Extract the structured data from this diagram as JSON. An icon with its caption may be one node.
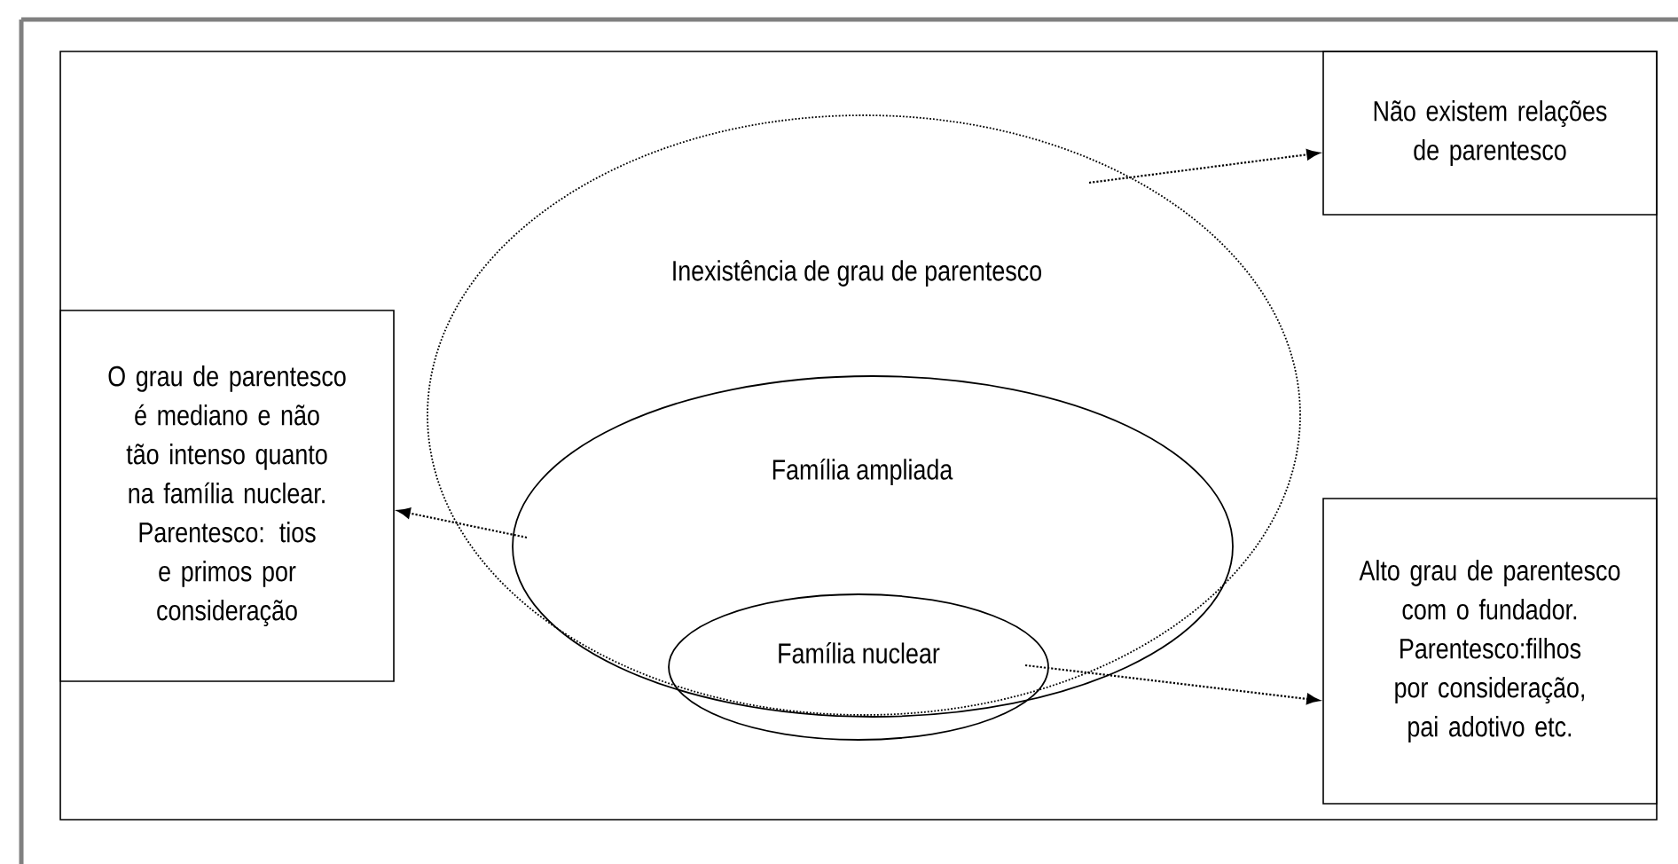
{
  "diagram": {
    "nodes": [
      {
        "text": [
          "Inexistência de grau de parentesco"
        ]
      },
      {
        "text": [
          "Família ampliada"
        ],
        "in": 0
      },
      {
        "text": [
          "Família nuclear"
        ],
        "in": 1
      },
      {
        "text": [
          "Não existem relações de parentesco"
        ]
      },
      {
        "text": [
          "O grau de parentesco é mediano e não tão intenso quanto na família nuclear. Parentesco: tios e primos por consideração"
        ]
      },
      {
        "text": [
          "Alto grau de parentesco com o fundador. Parentesco:filhos por consideração, pai adotivo etc."
        ]
      }
    ],
    "edges": [
      {
        "from": 0,
        "to": 3,
        "arrow": "to"
      },
      {
        "from": 1,
        "to": 4,
        "arrow": "to"
      },
      {
        "from": 2,
        "to": 5,
        "arrow": "to"
      }
    ]
  }
}
